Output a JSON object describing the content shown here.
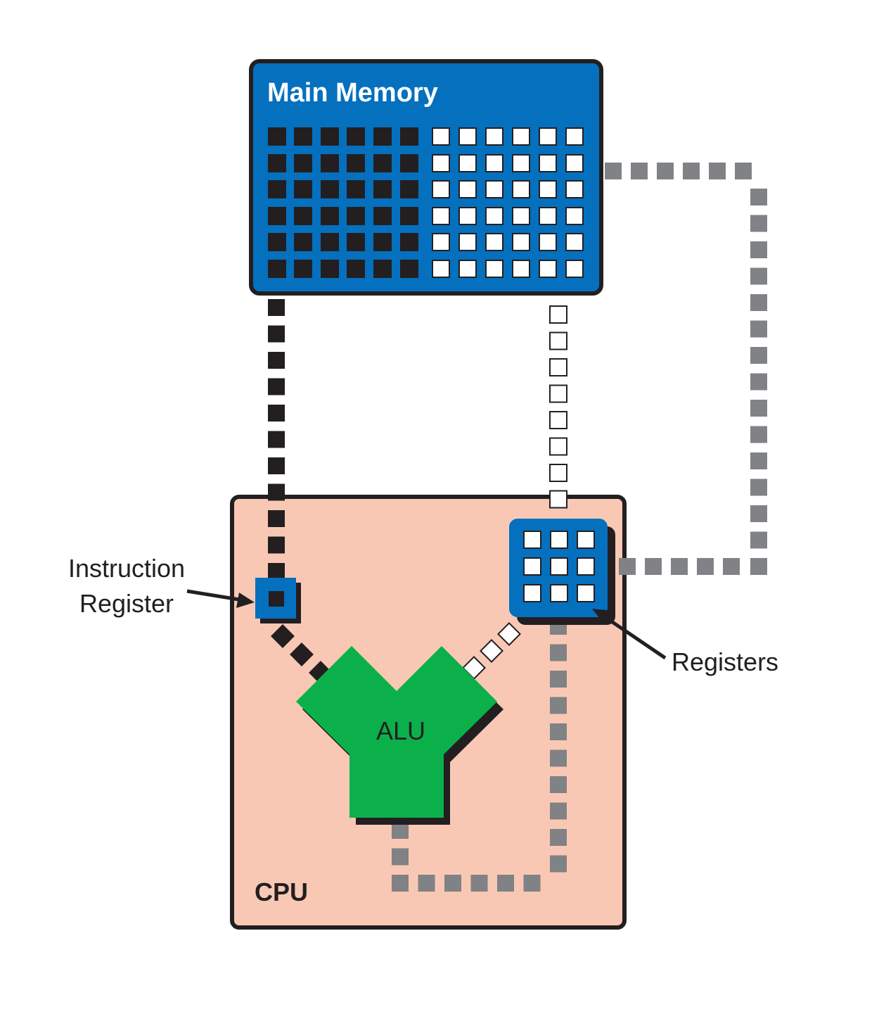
{
  "memory": {
    "title": "Main Memory"
  },
  "cpu": {
    "title": "CPU"
  },
  "alu": {
    "label": "ALU"
  },
  "instruction_register": {
    "label_line1": "Instruction",
    "label_line2": "Register"
  },
  "registers": {
    "label": "Registers"
  },
  "colors": {
    "memory_fill": "#0570be",
    "cpu_fill": "#f9c8b4",
    "alu_fill": "#0bb04b",
    "outline": "#231f20",
    "gray_bus": "#808285",
    "white": "#ffffff"
  }
}
